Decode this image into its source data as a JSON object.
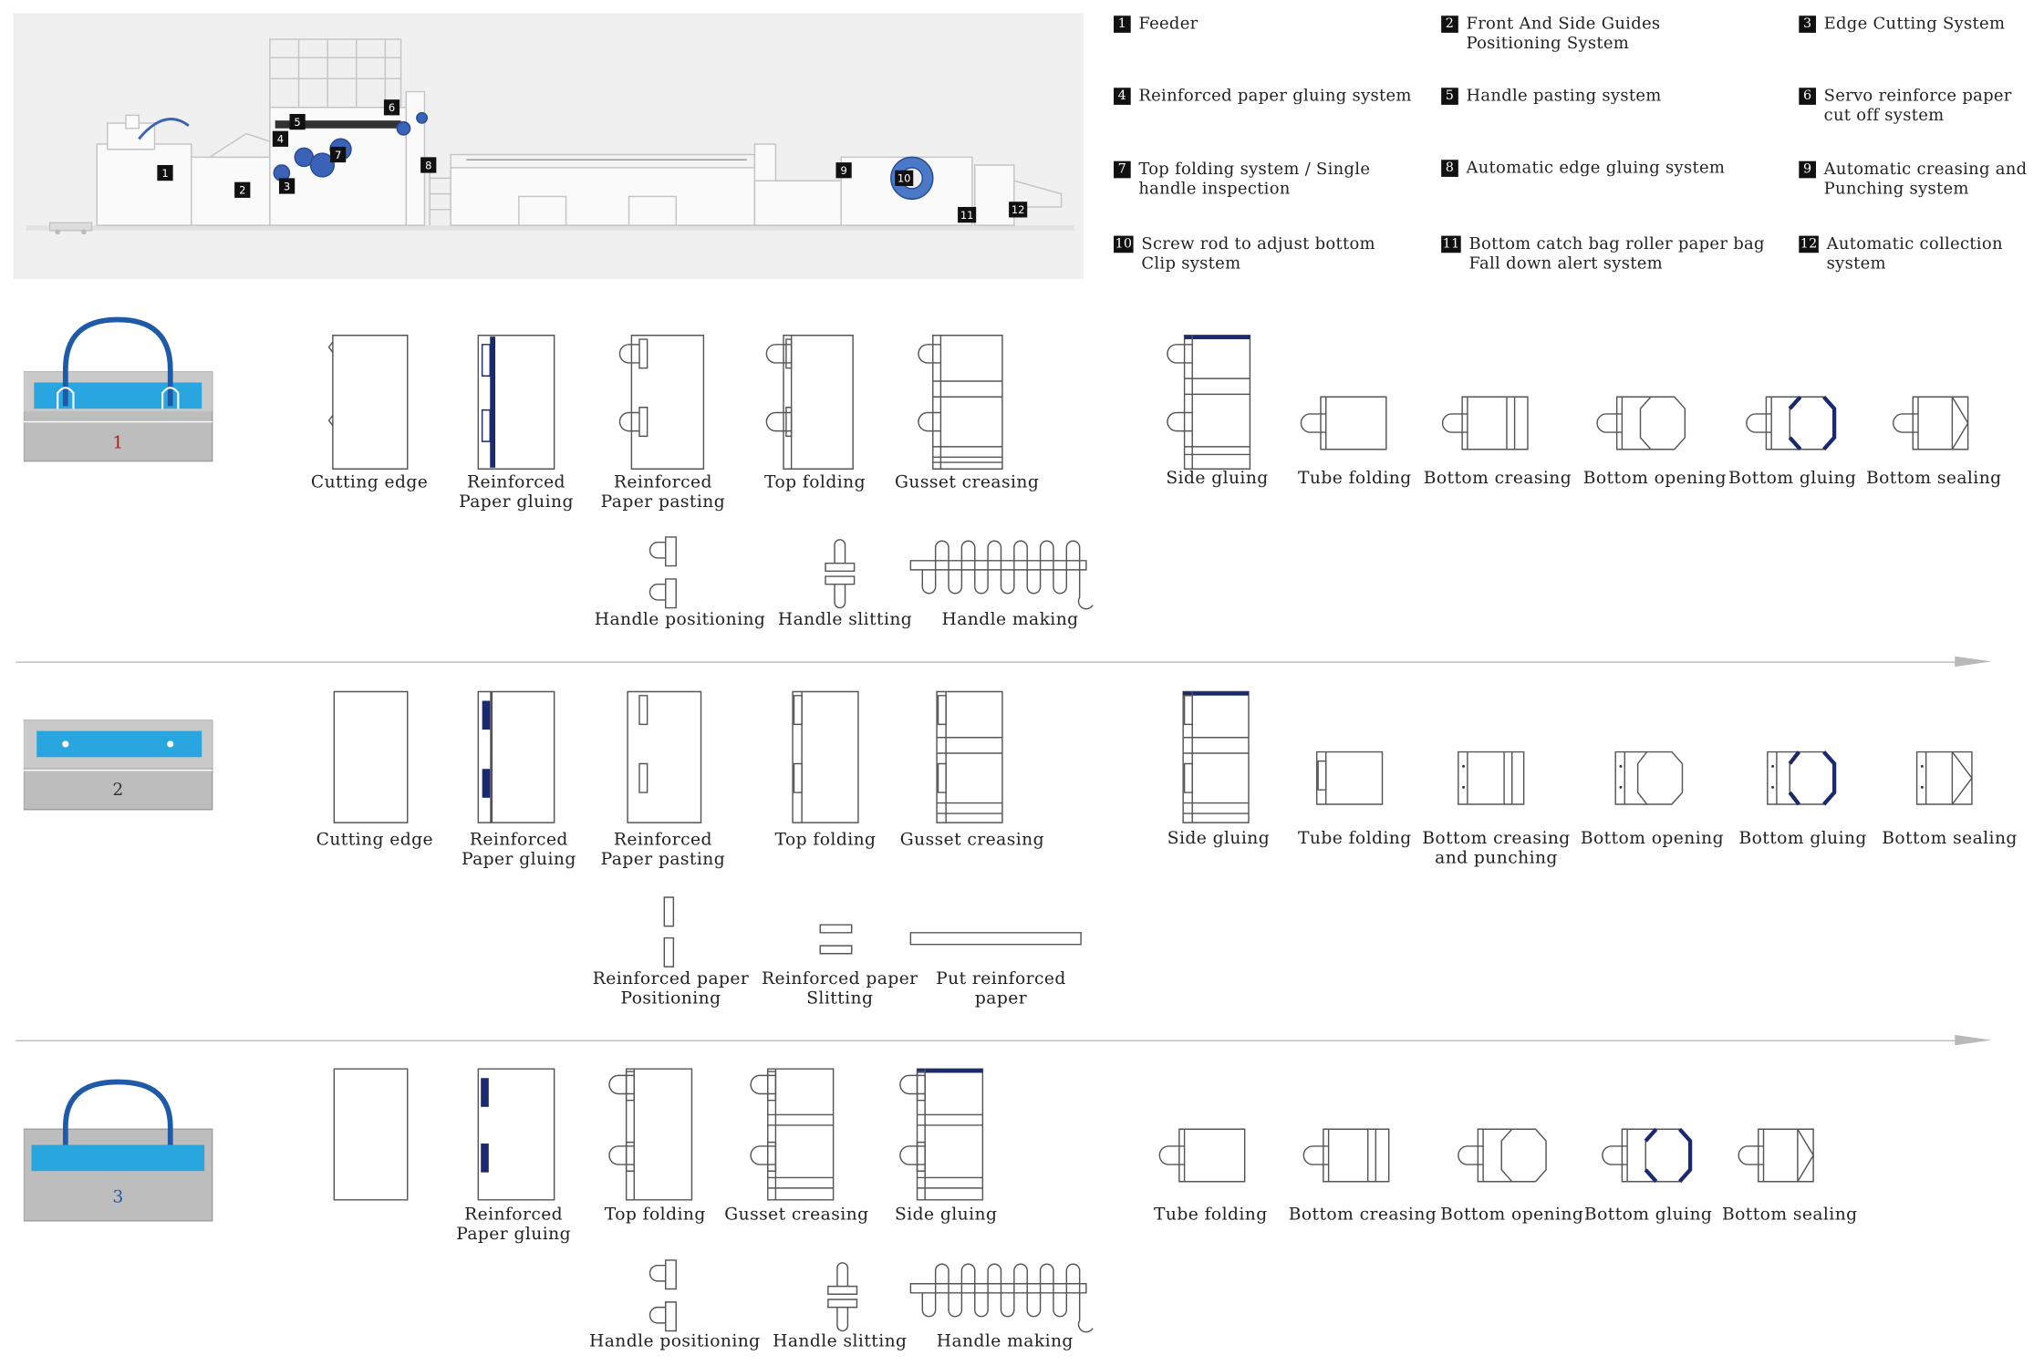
{
  "legend": [
    {
      "num": "1",
      "text": "Feeder"
    },
    {
      "num": "2",
      "text": "Front And Side Guides\nPositioning System"
    },
    {
      "num": "3",
      "text": "Edge Cutting System"
    },
    {
      "num": "4",
      "text": "Reinforced paper gluing system"
    },
    {
      "num": "5",
      "text": "Handle pasting system"
    },
    {
      "num": "6",
      "text": "Servo reinforce paper\ncut off system"
    },
    {
      "num": "7",
      "text": "Top folding system / Single\nhandle inspection"
    },
    {
      "num": "8",
      "text": "Automatic edge gluing system"
    },
    {
      "num": "9",
      "text": "Automatic creasing and\nPunching system"
    },
    {
      "num": "10",
      "text": "Screw rod to adjust bottom\nClip system"
    },
    {
      "num": "11",
      "text": "Bottom catch bag roller paper bag\nFall down alert system"
    },
    {
      "num": "12",
      "text": "Automatic collection\nsystem"
    }
  ],
  "machine_markers": [
    "1",
    "2",
    "3",
    "4",
    "5",
    "6",
    "7",
    "8",
    "9",
    "10",
    "11",
    "12"
  ],
  "colors": {
    "accent_navy": "#1b2a6e",
    "handle_blue": "#1e5aa8",
    "band_blue": "#29a6e0",
    "bag_grey": "#bbbbbb"
  },
  "rows": [
    {
      "bag_number": "1",
      "steps": [
        "Cutting edge",
        "Reinforced\nPaper gluing",
        "Reinforced\nPaper pasting",
        "Top folding",
        "Gusset creasing",
        "Side gluing",
        "Tube folding",
        "Bottom creasing",
        "Bottom opening",
        "Bottom gluing",
        "Bottom sealing"
      ],
      "sub_steps": [
        "Handle positioning",
        "Handle slitting",
        "Handle making"
      ]
    },
    {
      "bag_number": "2",
      "steps": [
        "Cutting edge",
        "Reinforced\nPaper gluing",
        "Reinforced\nPaper pasting",
        "Top folding",
        "Gusset creasing",
        "Side gluing",
        "Tube folding",
        "Bottom creasing\nand punching",
        "Bottom opening",
        "Bottom gluing",
        "Bottom sealing"
      ],
      "sub_steps": [
        "Reinforced paper\nPositioning",
        "Reinforced paper\nSlitting",
        "Put reinforced\npaper"
      ]
    },
    {
      "bag_number": "3",
      "steps": [
        "Reinforced\nPaper gluing",
        "Top folding",
        "Gusset creasing",
        "Side gluing",
        "Tube folding",
        "Bottom creasing",
        "Bottom opening",
        "Bottom gluing",
        "Bottom sealing"
      ],
      "sub_steps": [
        "Handle positioning",
        "Handle slitting",
        "Handle making"
      ]
    }
  ]
}
